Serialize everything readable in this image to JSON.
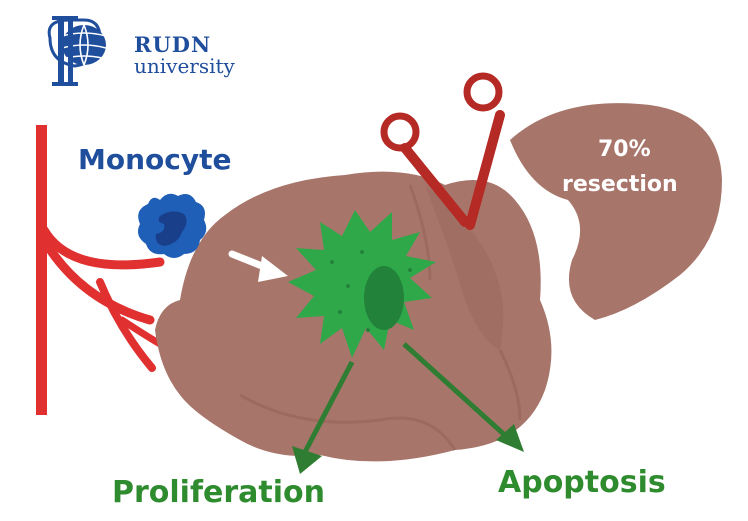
{
  "logo": {
    "line1": "RUDN",
    "line2": "university"
  },
  "labels": {
    "monocyte": "Monocyte",
    "resection_percent": "70%",
    "resection_word": "resection",
    "proliferation": "Proliferation",
    "apoptosis": "Apoptosis"
  },
  "colors": {
    "liver": "#a8756a",
    "liver_shadow": "#9a685d",
    "vessel": "#e03030",
    "scissors": "#b52a24",
    "monocyte": "#1f5fb8",
    "monocyte_nucleus": "#1a3f8a",
    "macrophage": "#2fa84a",
    "macrophage_nucleus": "#23823a",
    "arrow_green": "#2e7d32",
    "logo_blue": "#1f4e9c"
  },
  "icons": [
    "rudn-logo-icon",
    "scissors-icon",
    "monocyte-cell-icon",
    "macrophage-cell-icon"
  ]
}
